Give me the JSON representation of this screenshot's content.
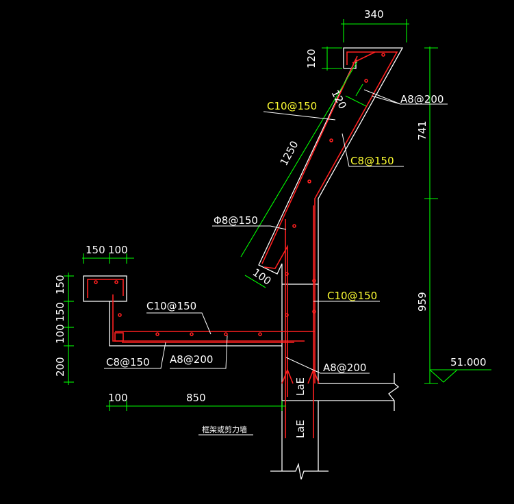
{
  "dimensions": {
    "top_width": "340",
    "top_lip": "120",
    "slab_thick": "120",
    "slope_len": "1250",
    "bottom_thick": "100",
    "right_upper": "741",
    "right_lower": "959",
    "left_w1": "150",
    "left_w2": "100",
    "left_h1": "150",
    "left_h2": "150",
    "left_h3": "100",
    "left_h4": "200",
    "bottom_w1": "100",
    "bottom_w2": "850"
  },
  "labels": {
    "rebar_a8_top": "A8@200",
    "rebar_c10_top": "C10@150",
    "rebar_c8_slope": "C8@150",
    "rebar_phi8": "Φ8@150",
    "rebar_c10_wall": "C10@150",
    "rebar_a8_wall": "A8@200",
    "rebar_c10_slab": "C10@150",
    "rebar_c8_slab": "C8@150",
    "rebar_a8_slab": "A8@200",
    "anchor_1": "LaE",
    "anchor_2": "LaE",
    "elevation": "51.000",
    "beam_note": "框架或剪力墙"
  },
  "colors": {
    "outline": "#ffffff",
    "rebar": "#ff2020",
    "dimension": "#00ff00",
    "leader": "#ffffff",
    "highlight_text": "#ffff33"
  }
}
